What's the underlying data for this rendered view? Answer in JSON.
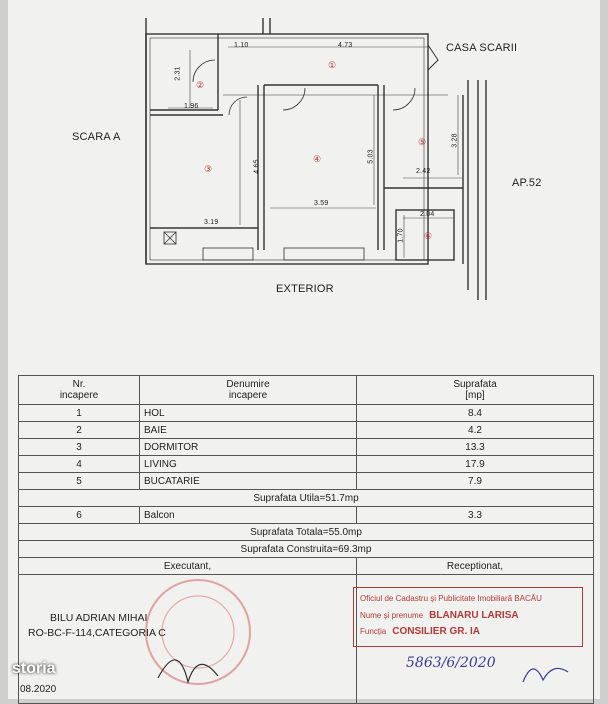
{
  "plan": {
    "labels": {
      "stairs_house": "CASA SCARII",
      "stairs_a": "SCARA A",
      "apartment": "AP.52",
      "exterior": "EXTERIOR"
    },
    "rooms": [
      "①",
      "②",
      "③",
      "④",
      "⑤",
      "⑥"
    ],
    "dimensions": [
      "1.10",
      "4.73",
      "2.31",
      "1.96",
      "4.65",
      "5.03",
      "3.28",
      "2.42",
      "3.19",
      "3.59",
      "2.04",
      "1.70"
    ]
  },
  "table": {
    "headers": {
      "nr": [
        "Nr.",
        "incapere"
      ],
      "name": [
        "Denumire",
        "incapere"
      ],
      "area": [
        "Suprafata",
        "[mp]"
      ]
    },
    "rows": [
      {
        "nr": "1",
        "name": "HOL",
        "area": "8.4"
      },
      {
        "nr": "2",
        "name": "BAIE",
        "area": "4.2"
      },
      {
        "nr": "3",
        "name": "DORMITOR",
        "area": "13.3"
      },
      {
        "nr": "4",
        "name": "LIVING",
        "area": "17.9"
      },
      {
        "nr": "5",
        "name": "BUCATARIE",
        "area": "7.9"
      }
    ],
    "useful": "Suprafata Utila=51.7mp",
    "balcony": {
      "nr": "6",
      "name": "Balcon",
      "area": "3.3"
    },
    "total": "Suprafata Totala=55.0mp",
    "built": "Suprafata Construita=69.3mp",
    "executant_label": "Executant,",
    "receptionat_label": "Receptionat,"
  },
  "executant": {
    "name": "BILU ADRIAN MIHAI",
    "code": "RO-BC-F-114,CATEGORIA C"
  },
  "stamp": {
    "office": "Oficiul de Cadastru și Publicitate Imobiliară BACĂU",
    "name_label": "Nume și prenume",
    "name_value": "BLANARU LARISA",
    "function_label": "Funcția",
    "function_value": "CONSILIER GR. IA"
  },
  "handwriting": "5863/6/2020",
  "date": "08.2020",
  "brand": "storia"
}
